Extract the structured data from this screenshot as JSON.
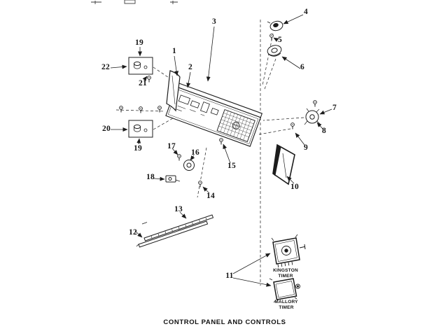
{
  "figure": {
    "caption": "CONTROL PANEL AND CONTROLS",
    "timers": {
      "kingston": {
        "line1": "KINGSTON",
        "line2": "TIMER"
      },
      "mallory": {
        "line1": "MALLORY",
        "line2": "TIMER"
      }
    },
    "labels": {
      "l1": "1",
      "l2": "2",
      "l3": "3",
      "l4": "4",
      "l5": "5",
      "l6": "6",
      "l7": "7",
      "l8": "8",
      "l9": "9",
      "l10": "10",
      "l11": "11",
      "l12": "12",
      "l13": "13",
      "l14": "14",
      "l15": "15",
      "l16": "16",
      "l17": "17",
      "l18": "18",
      "l19a": "19",
      "l19b": "19",
      "l20": "20",
      "l21": "21",
      "l22": "22"
    },
    "colors": {
      "ink": "#1c1c1c",
      "background": "#ffffff"
    }
  }
}
